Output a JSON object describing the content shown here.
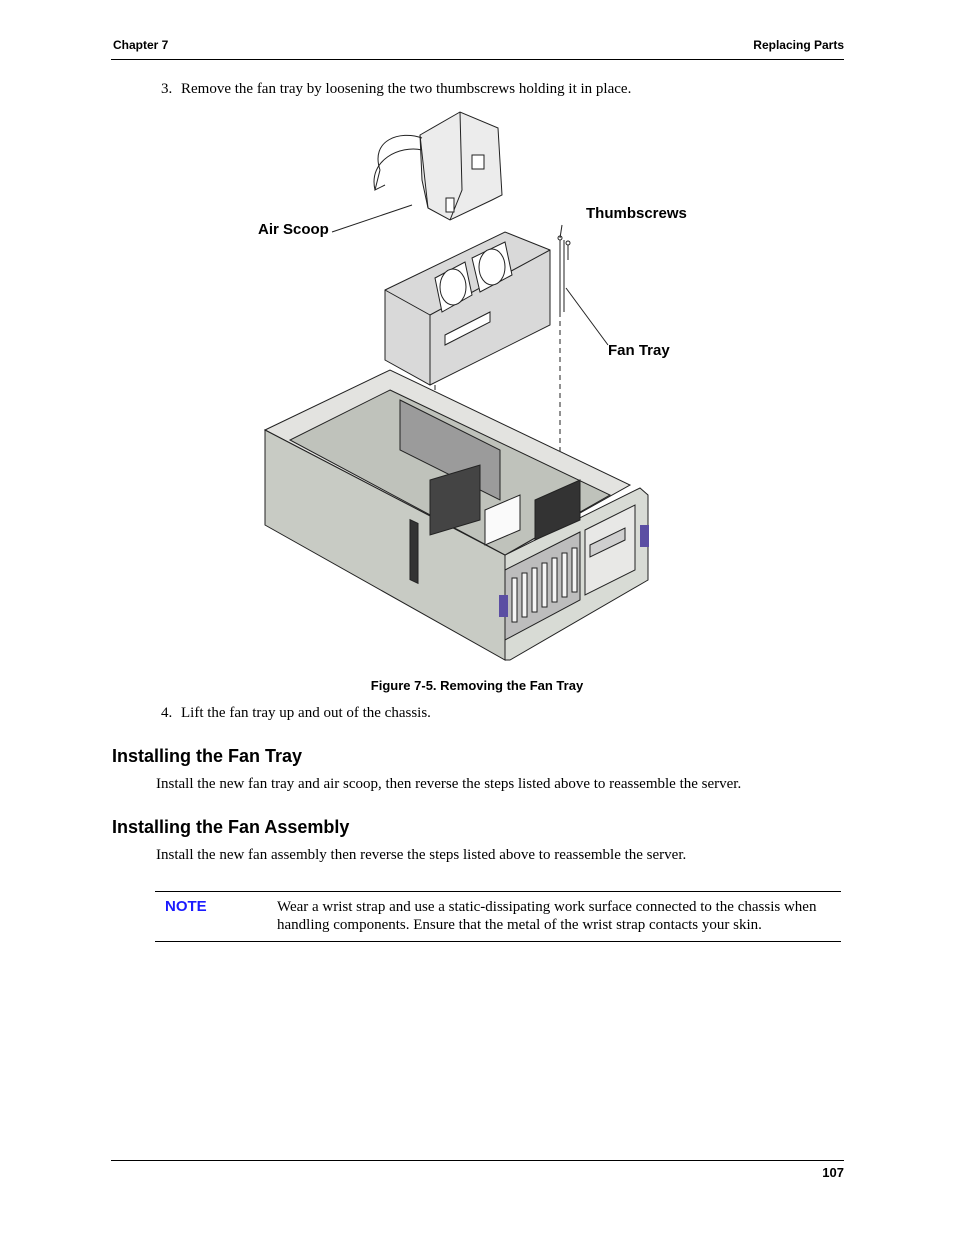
{
  "header": {
    "left": "Chapter 7",
    "right": "Replacing Parts"
  },
  "steps": {
    "step3": {
      "num": "3.",
      "text": "Remove the fan tray by loosening the two thumbscrews holding it in place."
    },
    "step4": {
      "num": "4.",
      "text": "Lift the fan tray up and out of the chassis."
    }
  },
  "figure": {
    "labels": {
      "air_scoop": "Air Scoop",
      "thumbscrews": "Thumbscrews",
      "fan_tray": "Fan Tray"
    },
    "caption": "Figure 7-5.  Removing the Fan Tray"
  },
  "sections": [
    {
      "heading": "Installing the Fan Tray",
      "body": "Install the new fan tray and air scoop, then reverse the steps listed above to reassemble the server."
    },
    {
      "heading": "Installing the Fan Assembly",
      "body": "Install the new fan assembly then reverse the steps listed above to reassemble the server."
    }
  ],
  "note": {
    "label": "NOTE",
    "text": "Wear a wrist strap and use a static-dissipating work surface connected to the chassis when handling components. Ensure that the metal of the wrist strap contacts your skin."
  },
  "footer": {
    "page_number": "107"
  },
  "colors": {
    "note_label": "#1a1aff",
    "chassis_fill": "#c8cbc4",
    "bezel_accent": "#5b4ea3"
  }
}
